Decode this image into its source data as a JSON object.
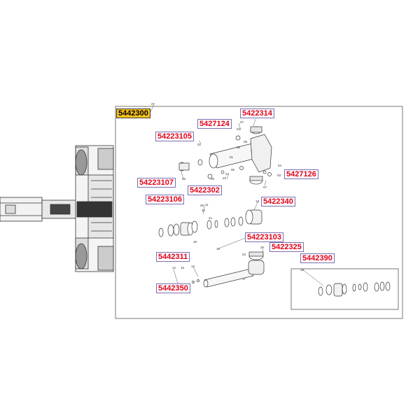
{
  "labels": {
    "main": "5442300",
    "p5422314": "5422314",
    "p5427124": "5427124",
    "p54223105": "54223105",
    "p5427126": "5427126",
    "p54223107": "54223107",
    "p5422302": "5422302",
    "p54223106": "54223106",
    "p5422340": "5422340",
    "p54223103": "54223103",
    "p5422325": "5422325",
    "p5442311": "5442311",
    "p5442390": "5442390",
    "p5442350": "5442350"
  },
  "callouts": {
    "c01": "01",
    "c02": "02",
    "c03": "03",
    "c04": "04",
    "c04b": "04",
    "c05": "05",
    "c06": "06",
    "c07": "07",
    "c07b": "07",
    "c08": "08",
    "c09": "09",
    "c10": "10",
    "c11": "11",
    "c12": "12",
    "c13": "13",
    "c14": "14",
    "c15": "15",
    "c16": "16",
    "c17": "17",
    "c18": "18",
    "c19": "19",
    "c20": "20",
    "c21": "21",
    "c22": "22",
    "c23": "23",
    "c24": "24",
    "c25": "25",
    "c26": "26",
    "c27": "27"
  },
  "colors": {
    "label_text": "#e2001a",
    "label_border": "#7a6fb0",
    "main_label_bg": "#f7c21b",
    "line": "#333333"
  }
}
